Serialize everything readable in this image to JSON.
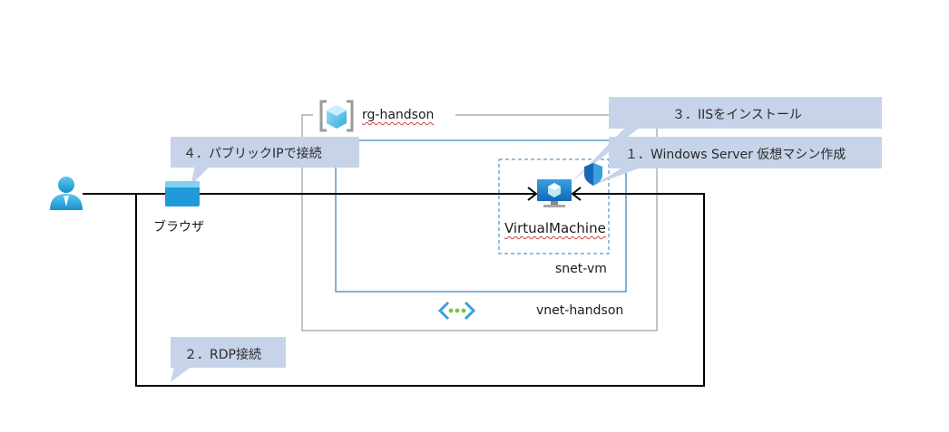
{
  "resource_group": {
    "name": "rg-handson"
  },
  "vnet": {
    "name": "vnet-handson"
  },
  "subnet": {
    "name": "snet-vm"
  },
  "vm": {
    "name": "VirtualMachine"
  },
  "browser": {
    "label": "ブラウザ"
  },
  "callouts": {
    "step1": "１．Windows Server 仮想マシン作成",
    "step2": "２．RDP接続",
    "step3": "３．IISをインストール",
    "step4": "４．パブリックIPで接続"
  },
  "colors": {
    "callout_bg": "#c7d3e9",
    "vnet_border": "#2e7fc2",
    "rg_border": "#8a8a8a",
    "azure_blue": "#1f8fd6",
    "user_blue": "#2da8e0",
    "vnet_icon_green": "#7ac143"
  },
  "icons": {
    "user": "user-icon",
    "browser": "browser-icon",
    "resource_group": "resource-group-icon",
    "vm": "virtual-machine-icon",
    "shield": "security-shield-icon",
    "vnet": "virtual-network-icon"
  }
}
